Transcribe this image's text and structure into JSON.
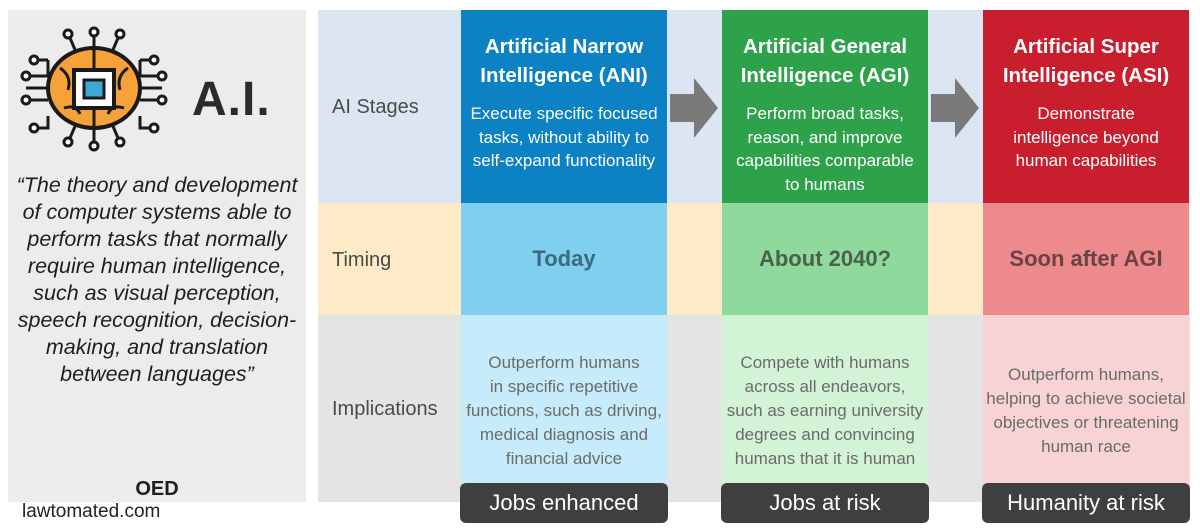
{
  "left": {
    "title": "A.I.",
    "quote": "“The theory and development of computer systems able to perform tasks that normally require human intelligence, such as visual perception, speech recognition, decision-making, and translation between languages”",
    "attribution": "OED",
    "source": "lawtomated.com",
    "icon": "brain-chip-icon"
  },
  "row_labels": {
    "stages": "AI Stages",
    "timing": "Timing",
    "implications": "Implications"
  },
  "stages": [
    {
      "title_line1": "Artificial Narrow",
      "title_line2": "Intelligence (ANI)",
      "desc": [
        "Execute specific focused",
        "tasks, without ability to",
        "self-expand functionality"
      ],
      "timing": "Today",
      "implications": [
        "Outperform humans",
        "in specific repetitive",
        "functions, such as driving,",
        "medical diagnosis and",
        "financial advice"
      ],
      "outcome": "Jobs enhanced",
      "color": "#0c81c4"
    },
    {
      "title_line1": "Artificial General",
      "title_line2": "Intelligence (AGI)",
      "desc": [
        "Perform broad tasks,",
        "reason, and improve",
        "capabilities comparable",
        "to humans"
      ],
      "timing": "About 2040?",
      "implications": [
        "Compete with humans",
        "across all endeavors,",
        "such as earning university",
        "degrees and convincing",
        "humans that it is human"
      ],
      "outcome": "Jobs at risk",
      "color": "#2ea24a"
    },
    {
      "title_line1": "Artificial Super",
      "title_line2": "Intelligence (ASI)",
      "desc": [
        "Demonstrate",
        "intelligence beyond",
        "human capabilities"
      ],
      "timing": "Soon after AGI",
      "implications": [
        "Outperform humans,",
        "helping to achieve societal",
        "objectives or threatening",
        "human race"
      ],
      "outcome": "Humanity at risk",
      "color": "#c81e2d"
    }
  ],
  "colors": {
    "band_stages": "#dce6f2",
    "band_timing": "#fdebc8",
    "band_implications": "#e4e4e4",
    "arrow": "#7a7a7a",
    "outcome_bg": "#3f3f3f",
    "icon_orange": "#f5a23a"
  },
  "icons": [
    "brain-chip-icon",
    "right-arrow-icon"
  ]
}
